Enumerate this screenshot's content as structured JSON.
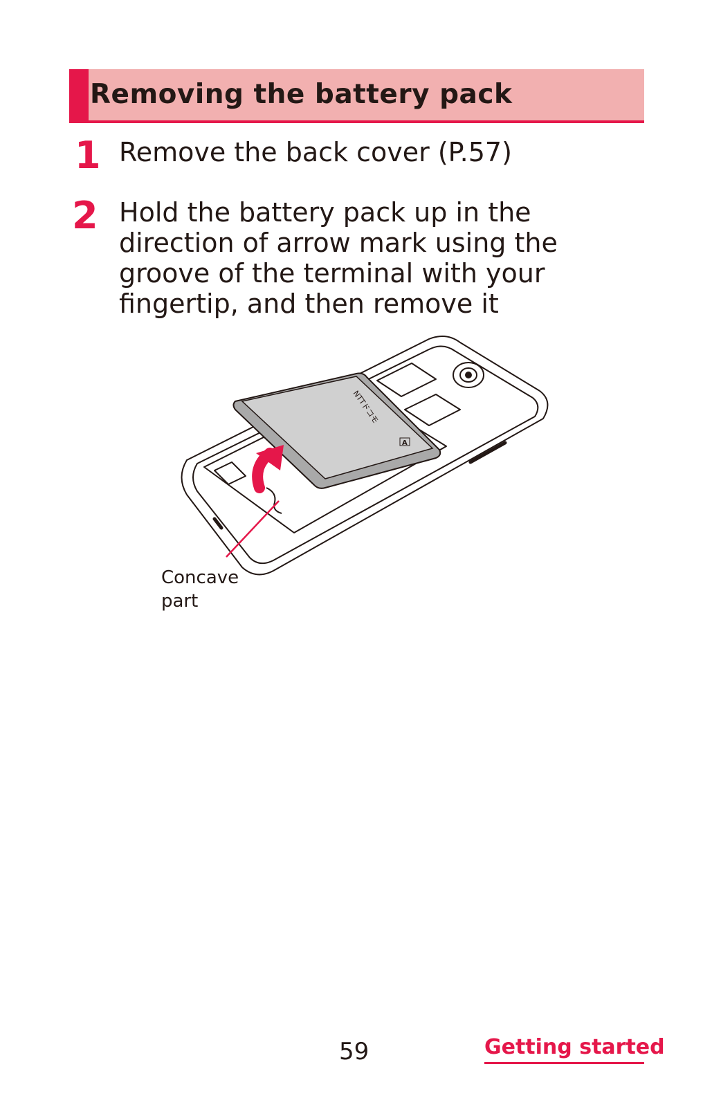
{
  "header": {
    "title": "Removing the battery pack"
  },
  "steps": [
    {
      "number": "1",
      "lines": [
        "Remove the back cover (P.57)"
      ]
    },
    {
      "number": "2",
      "lines": [
        "Hold the battery pack up in the",
        "direction of arrow mark using the",
        "groove of the terminal with your",
        "fingertip, and then remove it"
      ]
    }
  ],
  "figure": {
    "battery_label": "NTTドコモ",
    "battery_mark": "A",
    "callout_lines": [
      "Concave",
      "part"
    ]
  },
  "footer": {
    "page_number": "59",
    "section": "Getting started"
  },
  "colors": {
    "accent": "#e5174a",
    "header_bg": "#f2b0b0",
    "text": "#231815"
  }
}
